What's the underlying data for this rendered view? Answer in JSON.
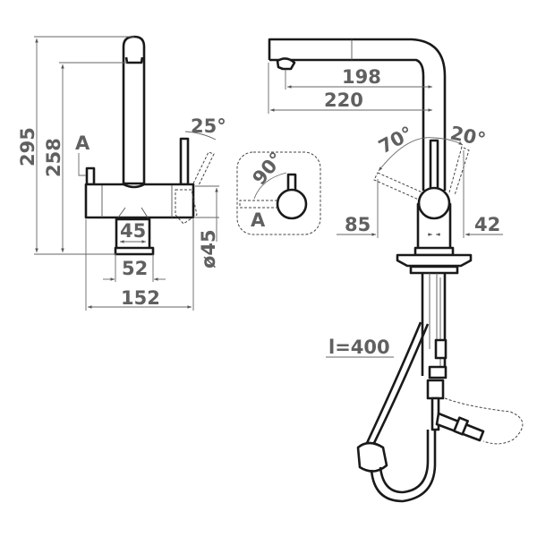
{
  "front_view": {
    "height_total": "295",
    "height_spout": "258",
    "view_marker": "A",
    "handle_angle": "25°",
    "inner_width": "45",
    "body_diameter": "ø45",
    "base_width": "52",
    "total_width": "152"
  },
  "detail_view": {
    "rotation_angle": "90°",
    "view_marker": "A"
  },
  "side_view": {
    "spout_reach_inner": "198",
    "spout_reach_total": "220",
    "lever_angle_back": "70°",
    "lever_angle_front": "20°",
    "lever_offset_back": "85",
    "lever_offset_front": "42",
    "hose_length": "l=400"
  }
}
